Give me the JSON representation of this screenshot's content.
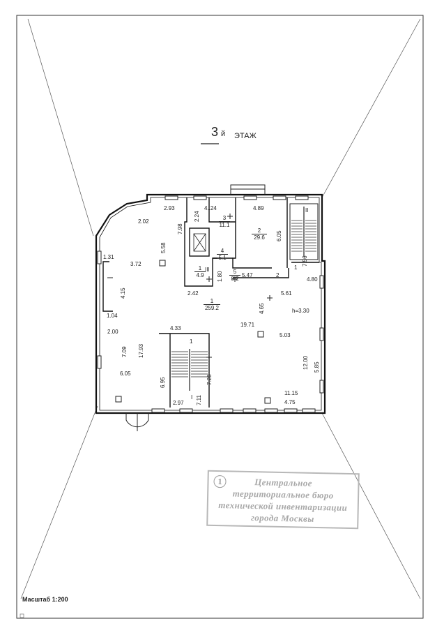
{
  "floor_title": {
    "number": "3",
    "suffix": "й",
    "label": "ЭТАЖ"
  },
  "rooms": [
    {
      "id": "1",
      "area": "259.2"
    },
    {
      "id": "2",
      "area": "29.6"
    },
    {
      "id": "3",
      "area": "11.1"
    },
    {
      "id": "4",
      "area": "5.1"
    },
    {
      "id": "5",
      "area": "8.2"
    },
    {
      "id": "1",
      "area": "4.9"
    }
  ],
  "staircases": [
    "I",
    "II",
    "III"
  ],
  "height_note": "h=3.30",
  "dimensions": {
    "d2_93": "2.93",
    "d4_24": "4..24",
    "d2_24": "2.24",
    "d4_89": "4.89",
    "d2_02": "2.02",
    "d7_98": "7.98",
    "d5_58": "5.58",
    "d6_05a": "6.05",
    "d1_31": "1.31",
    "d3_72": "3.72",
    "d7_56": "7.56",
    "d4_80": "4.80",
    "d1_80": "1.80",
    "d5_47": "5.47",
    "d2": "2",
    "d4_15": "4.15",
    "d2_42": "2.42",
    "d5_61": "5.61",
    "d1_04": "1.04",
    "d4_65": "4.65",
    "d19_71": "19.71",
    "d2_00": "2.00",
    "d4_33": "4.33",
    "d5_03": "5.03",
    "d7_09": "7.09",
    "d17_93": "17.93",
    "d12_00": "12.00",
    "d5_85": "5.85",
    "d6_05b": "6.05",
    "d6_95": "6.95",
    "d7_28": "7.28",
    "d11_15": "11.15",
    "d7_11": "7.11",
    "d2_97": "2.97",
    "d4_75": "4.75",
    "d1_small": "1"
  },
  "stamp": {
    "mark": "1",
    "lines": [
      "Центральное",
      "территориальное бюро",
      "технической инвентаризации",
      "города Москвы"
    ]
  },
  "scale": "Масштаб 1:200"
}
